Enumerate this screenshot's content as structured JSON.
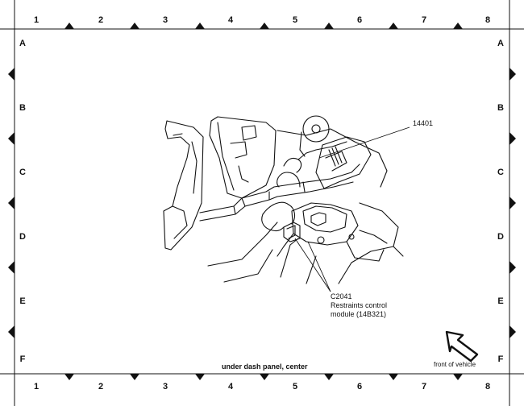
{
  "grid": {
    "columns": [
      "1",
      "2",
      "3",
      "4",
      "5",
      "6",
      "7",
      "8"
    ],
    "rows": [
      "A",
      "B",
      "C",
      "D",
      "E",
      "F"
    ]
  },
  "callouts": {
    "harness_14401": "14401",
    "connector_label": "C2041",
    "module_line1": "Restraints control",
    "module_line2": "module (14B321)"
  },
  "caption": "under dash panel, center",
  "orientation": {
    "label": "front of vehicle",
    "icon": "front-of-vehicle-arrow-icon"
  },
  "colors": {
    "ink": "#111111",
    "background": "#ffffff"
  }
}
